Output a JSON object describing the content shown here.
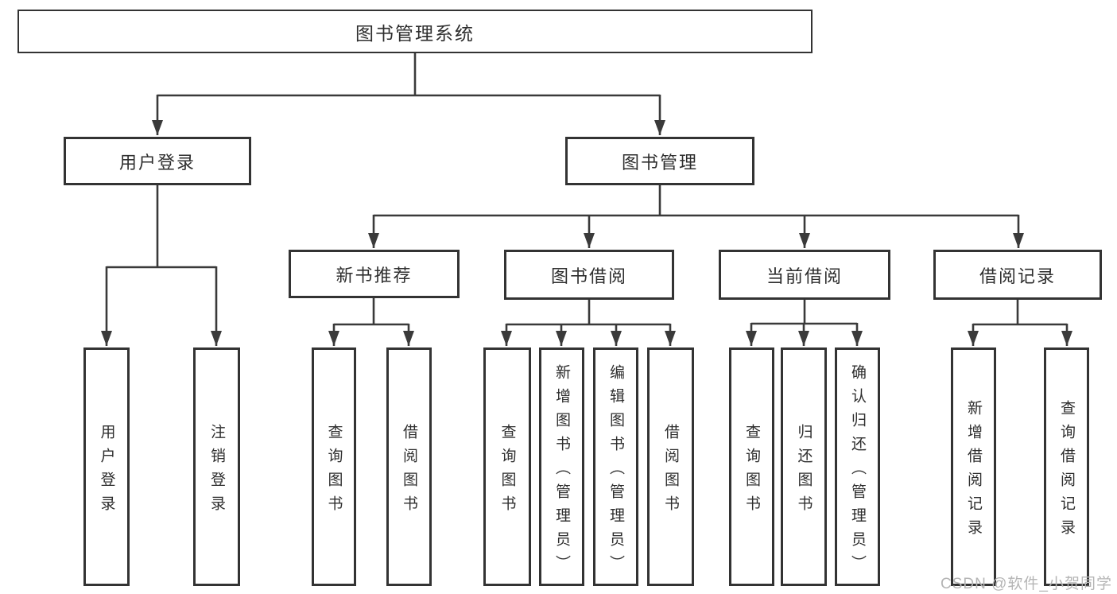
{
  "nodes": {
    "root": "图书管理系统",
    "user_login": "用户登录",
    "book_mgmt": "图书管理",
    "new_book_rec": "新书推荐",
    "book_borrow": "图书借阅",
    "current_borrow": "当前借阅",
    "borrow_record": "借阅记录",
    "leaf_user_login": "用户登录",
    "leaf_logout": "注销登录",
    "leaf_nb_query": "查询图书",
    "leaf_nb_borrow": "借阅图书",
    "leaf_bb_query": "查询图书",
    "leaf_bb_add": "新增图书（管理员）",
    "leaf_bb_edit": "编辑图书（管理员）",
    "leaf_bb_borrow": "借阅图书",
    "leaf_cb_query": "查询图书",
    "leaf_cb_return": "归还图书",
    "leaf_cb_confirm": "确认归还（管理员）",
    "leaf_br_add": "新增借阅记录",
    "leaf_br_query": "查询借阅记录"
  },
  "watermark": "CSDN @软件_小贺同学",
  "colors": {
    "line": "#3a3a3a",
    "box_border": "#333333",
    "text": "#2e2e2e",
    "watermark": "#b5b5b5",
    "background": "#ffffff"
  }
}
